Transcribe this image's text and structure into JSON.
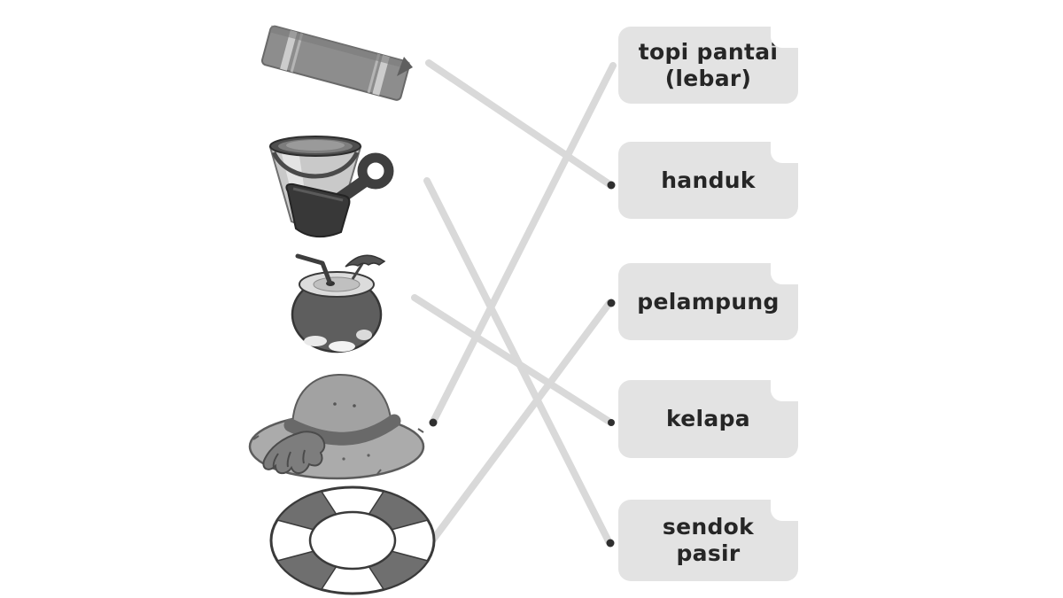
{
  "worksheet": {
    "type": "matching-exercise",
    "language": "Indonesian",
    "background": "#ffffff"
  },
  "colors": {
    "connector_line": "#d9d9d9",
    "connector_dot": "#2f2f2f",
    "label_bg": "#e3e3e3",
    "label_text": "#262626",
    "artwork_gray": "#8d8d8d"
  },
  "items": [
    {
      "id": "towel",
      "icon": "towel-icon"
    },
    {
      "id": "bucket-shovel",
      "icon": "sand-bucket-shovel-icon"
    },
    {
      "id": "coconut",
      "icon": "coconut-drink-icon"
    },
    {
      "id": "beach-hat",
      "icon": "wide-beach-hat-icon"
    },
    {
      "id": "life-ring",
      "icon": "life-ring-icon"
    }
  ],
  "labels": [
    {
      "id": "topi-pantai",
      "line1": "topi pantai",
      "line2": "(lebar)"
    },
    {
      "id": "handuk",
      "line1": "handuk",
      "line2": ""
    },
    {
      "id": "pelampung",
      "line1": "pelampung",
      "line2": ""
    },
    {
      "id": "kelapa",
      "line1": "kelapa",
      "line2": ""
    },
    {
      "id": "sendok-pasir",
      "line1": "sendok",
      "line2": "pasir"
    }
  ],
  "connections": [
    {
      "from": "towel",
      "to": "handuk"
    },
    {
      "from": "bucket-shovel",
      "to": "sendok-pasir"
    },
    {
      "from": "coconut",
      "to": "kelapa"
    },
    {
      "from": "beach-hat",
      "to": "topi-pantai"
    },
    {
      "from": "life-ring",
      "to": "pelampung"
    }
  ]
}
